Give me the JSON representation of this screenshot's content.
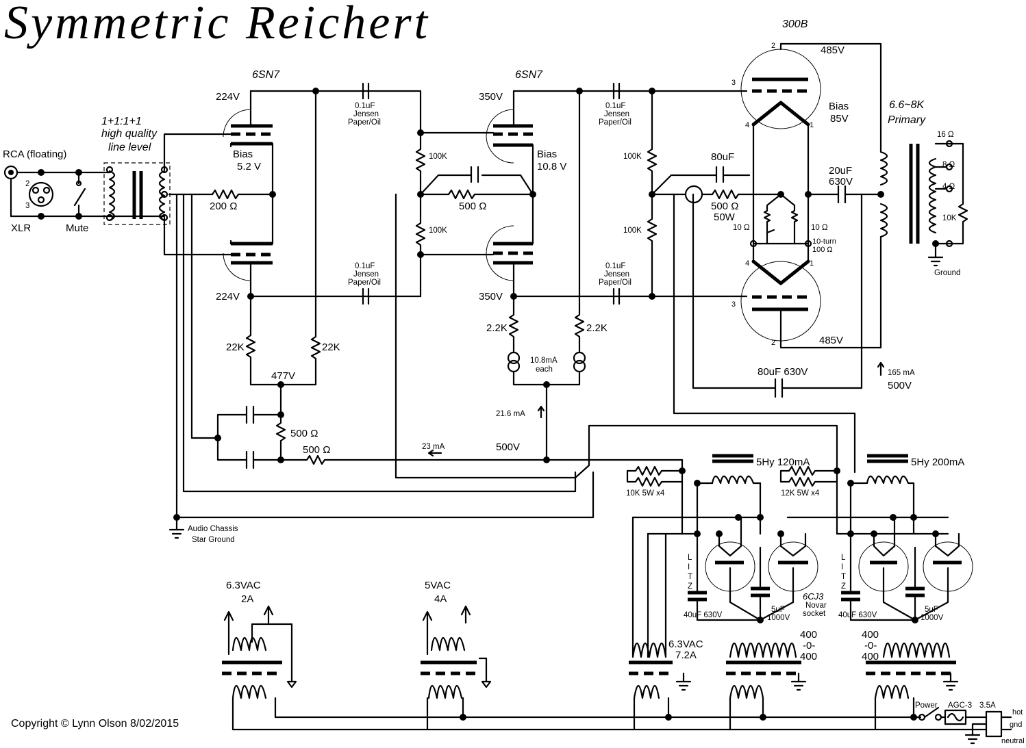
{
  "title": "Symmetric Reichert",
  "copyright": "Copyright © Lynn Olson  8/02/2015",
  "tubes": {
    "driver_1": "6SN7",
    "driver_2": "6SN7",
    "output": "300B",
    "rectifier": "6CJ3",
    "rectifier_socket_1": "Novar",
    "rectifier_socket_2": "socket"
  },
  "input": {
    "rca": "RCA (floating)",
    "xlr": "XLR",
    "mute": "Mute",
    "pin2": "2",
    "pin3": "3",
    "transformer_1": "1+1:1+1",
    "transformer_2": "high quality",
    "transformer_3": "line level"
  },
  "voltages": {
    "v224_top": "224V",
    "v224_bot": "224V",
    "v350_top": "350V",
    "v350_bot": "350V",
    "v477": "477V",
    "v485_top": "485V",
    "v485_bot": "485V",
    "v500_a": "500V",
    "v500_b": "500V"
  },
  "bias": {
    "stage1_a": "Bias",
    "stage1_b": "5.2 V",
    "stage2_a": "Bias",
    "stage2_b": "10.8 V",
    "stage3_a": "Bias",
    "stage3_b": "85V"
  },
  "components": {
    "cap1_a": "0.1uF",
    "cap1_b": "Jensen",
    "cap1_c": "Paper/Oil",
    "cap2_a": "0.1uF",
    "cap2_b": "Jensen",
    "cap2_c": "Paper/Oil",
    "cap3_a": "0.1uF",
    "cap3_b": "Jensen",
    "cap3_c": "Paper/Oil",
    "cap4_a": "0.1uF",
    "cap4_b": "Jensen",
    "cap4_c": "Paper/Oil",
    "r200": "200 Ω",
    "r100k_1": "100K",
    "r100k_2": "100K",
    "r100k_3": "100K",
    "r100k_4": "100K",
    "r500_a": "500 Ω",
    "r500_pot_a": "500 Ω",
    "r500_pot_b": "50W",
    "c80uf": "80uF",
    "c20uf_a": "20uF",
    "c20uf_b": "630V",
    "r10a": "10 Ω",
    "r10b": "10 Ω",
    "pot10_a": "10-turn",
    "pot10_b": "100 Ω",
    "r22k_a": "22K",
    "r22k_b": "22K",
    "r22k_c": "2.2K",
    "r22k_d": "2.2K",
    "ccs_a": "10.8mA",
    "ccs_b": "each",
    "r500_ps1": "500 Ω",
    "r500_ps2": "500 Ω",
    "c80_630": "80uF 630V",
    "i21": "21.6 mA",
    "i23": "23 mA",
    "i165": "165 mA",
    "pin_3a": "3",
    "pin_4a": "4",
    "pin_1a": "1",
    "pin_2a": "2",
    "pin_3b": "3",
    "pin_4b": "4",
    "pin_1b": "1",
    "pin_2b": "2"
  },
  "output_transformer": {
    "line1": "6.6~8K",
    "line2": "Primary",
    "tap16": "16 Ω",
    "tap8": "8 Ω",
    "tap4": "4 Ω",
    "r10k": "10K",
    "ground": "Ground"
  },
  "power_supply": {
    "choke1": "5Hy 120mA",
    "choke2": "5Hy 200mA",
    "r10k_5w": "10K 5W x4",
    "r12k_5w": "12K 5W x4",
    "litz": [
      "L",
      "I",
      "T",
      "Z"
    ],
    "c40_a": "40uF 630V",
    "c40_b": "40uF 630V",
    "c5_a1": "5uF",
    "c5_a2": "1000V",
    "c5_b1": "5uF",
    "c5_b2": "1000V",
    "hv_a1": "400",
    "hv_a2": "-0-",
    "hv_a3": "400",
    "hv_b1": "400",
    "hv_b2": "-0-",
    "hv_b3": "400",
    "fil_a1": "6.3VAC",
    "fil_a2": "7.2A",
    "ht1_a": "6.3VAC",
    "ht1_b": "2A",
    "ht2_a": "5VAC",
    "ht2_b": "4A",
    "ground_label_a": "Audio Chassis",
    "ground_label_b": "Star Ground",
    "power": "Power",
    "fuse": "AGC-3",
    "fuse_rating": "3.5A",
    "hot": "hot",
    "gnd": "gnd",
    "neutral": "neutral"
  }
}
